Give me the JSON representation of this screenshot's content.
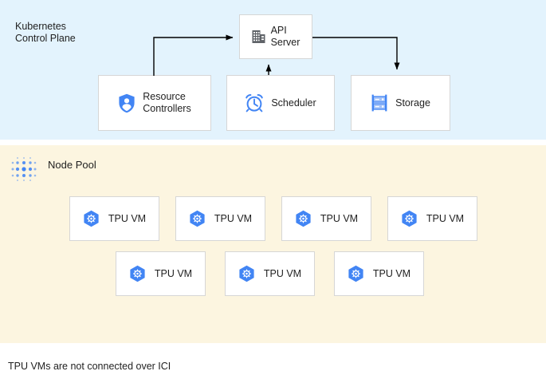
{
  "colors": {
    "control_plane_bg": "#e3f3fd",
    "node_pool_bg": "#fcf5e0",
    "card_bg": "#ffffff",
    "card_border": "#d6d6d6",
    "accent_blue": "#4285f4",
    "icon_dark": "#5f6368",
    "connector": "#000000",
    "text": "#1f1f1f",
    "page_bg": "#ffffff"
  },
  "regions": {
    "control_plane": {
      "title": "Kubernetes\nControl Plane",
      "icon": "none"
    },
    "node_pool": {
      "title": "Node Pool",
      "icon": "dot-matrix-icon"
    }
  },
  "control_plane_nodes": [
    {
      "id": "api-server",
      "label": "API\nServer",
      "icon": "building-icon"
    },
    {
      "id": "resource-controllers",
      "label": "Resource\nControllers",
      "icon": "shield-person-icon"
    },
    {
      "id": "scheduler",
      "label": "Scheduler",
      "icon": "alarm-clock-icon"
    },
    {
      "id": "storage",
      "label": "Storage",
      "icon": "server-rack-icon"
    }
  ],
  "connections": [
    {
      "id": "resource-controllers-to-api-server",
      "from": "resource-controllers",
      "to": "api-server",
      "arrow": "end"
    },
    {
      "id": "scheduler-to-api-server",
      "from": "scheduler",
      "to": "api-server",
      "arrow": "end"
    },
    {
      "id": "api-server-to-storage",
      "from": "api-server",
      "to": "storage",
      "arrow": "end"
    }
  ],
  "node_pool_rows": [
    {
      "row": 1,
      "vms": [
        {
          "id": "tpu-vm-1",
          "label": "TPU VM",
          "icon": "hexagon-gear-icon"
        },
        {
          "id": "tpu-vm-2",
          "label": "TPU VM",
          "icon": "hexagon-gear-icon"
        },
        {
          "id": "tpu-vm-3",
          "label": "TPU VM",
          "icon": "hexagon-gear-icon"
        },
        {
          "id": "tpu-vm-4",
          "label": "TPU VM",
          "icon": "hexagon-gear-icon"
        }
      ]
    },
    {
      "row": 2,
      "vms": [
        {
          "id": "tpu-vm-5",
          "label": "TPU VM",
          "icon": "hexagon-gear-icon"
        },
        {
          "id": "tpu-vm-6",
          "label": "TPU VM",
          "icon": "hexagon-gear-icon"
        },
        {
          "id": "tpu-vm-7",
          "label": "TPU VM",
          "icon": "hexagon-gear-icon"
        }
      ]
    }
  ],
  "footer": {
    "note": "TPU VMs are not connected over ICI"
  }
}
